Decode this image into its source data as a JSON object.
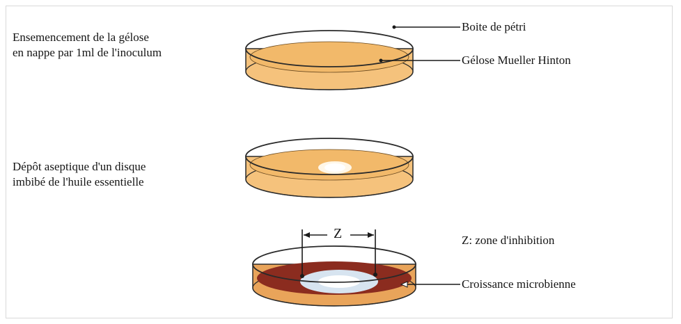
{
  "left_captions": {
    "step1_line1": "Ensemencement de la gélose",
    "step1_line2": "en nappe par 1ml de l'inoculum",
    "step2_line1": "Dépôt aseptique d'un disque",
    "step2_line2": "imbibé de l'huile essentielle"
  },
  "right_labels": {
    "petri_dish": "Boite de pétri",
    "agar": "Gélose Mueller Hinton",
    "zone_legend": "Z: zone d'inhibition",
    "microbial_growth": "Croissance microbienne"
  },
  "zone_marker": "Z",
  "colors": {
    "agar": "#f2b96a",
    "agar_light": "#f8d59c",
    "growth": "#8b2c1f",
    "rim": "#2a2a2a",
    "inhibition_zone": "#d7e4f0",
    "disk": "#ffffff"
  }
}
